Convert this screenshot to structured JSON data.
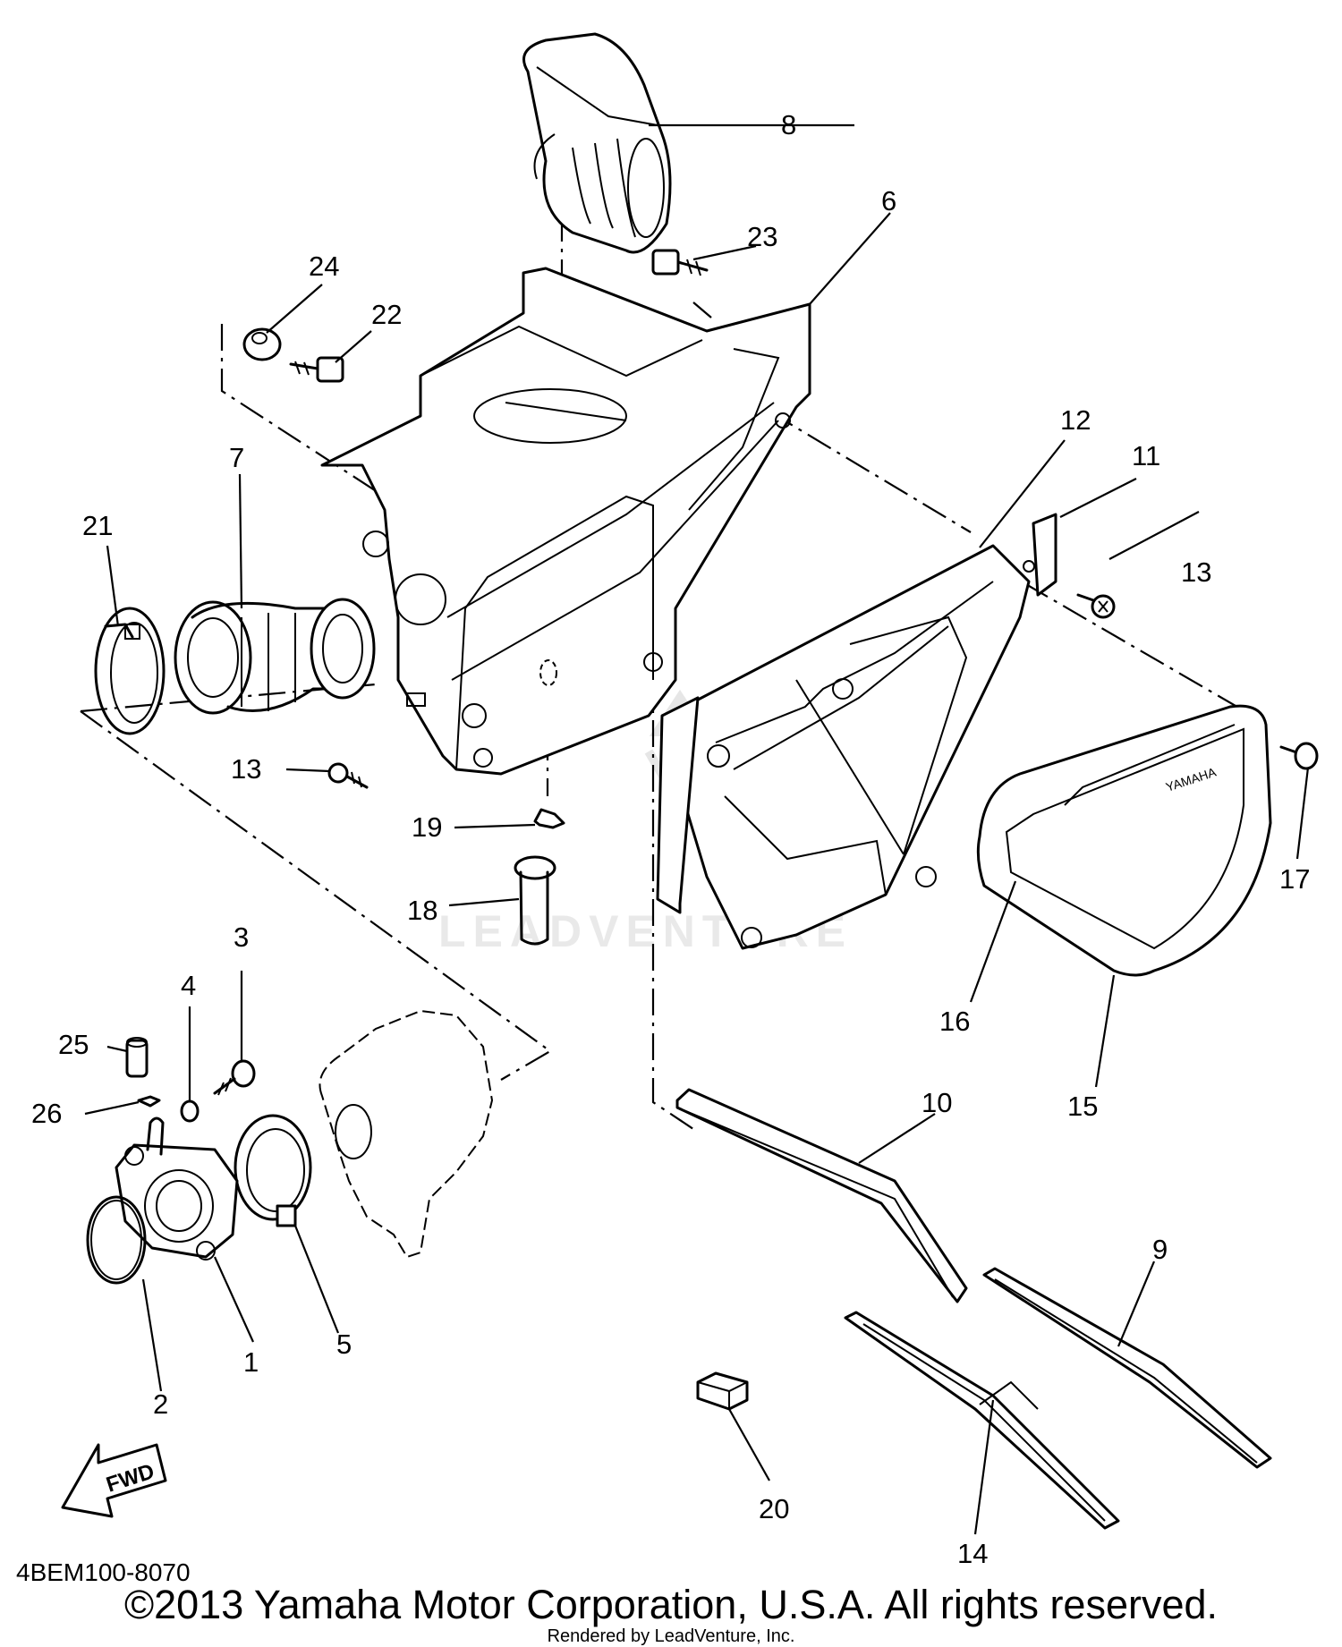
{
  "callouts": [
    {
      "id": "1",
      "label": "1"
    },
    {
      "id": "2",
      "label": "2"
    },
    {
      "id": "3",
      "label": "3"
    },
    {
      "id": "4",
      "label": "4"
    },
    {
      "id": "5",
      "label": "5"
    },
    {
      "id": "6",
      "label": "6"
    },
    {
      "id": "7",
      "label": "7"
    },
    {
      "id": "8",
      "label": "8"
    },
    {
      "id": "9",
      "label": "9"
    },
    {
      "id": "10",
      "label": "10"
    },
    {
      "id": "11",
      "label": "11"
    },
    {
      "id": "12",
      "label": "12"
    },
    {
      "id": "13a",
      "label": "13"
    },
    {
      "id": "13b",
      "label": "13"
    },
    {
      "id": "14",
      "label": "14"
    },
    {
      "id": "15",
      "label": "15"
    },
    {
      "id": "16",
      "label": "16"
    },
    {
      "id": "17",
      "label": "17"
    },
    {
      "id": "18",
      "label": "18"
    },
    {
      "id": "19",
      "label": "19"
    },
    {
      "id": "20",
      "label": "20"
    },
    {
      "id": "21",
      "label": "21"
    },
    {
      "id": "22",
      "label": "22"
    },
    {
      "id": "23",
      "label": "23"
    },
    {
      "id": "24",
      "label": "24"
    },
    {
      "id": "25",
      "label": "25"
    },
    {
      "id": "26",
      "label": "26"
    }
  ],
  "fwd_label": "FWD",
  "cover_brand": "YAMAHA",
  "watermark": "LEADVENTURE",
  "diagram_code": "4BEM100-8070",
  "copyright": "©2013 Yamaha Motor Corporation, U.S.A. All rights reserved.",
  "rendered_by": "Rendered by LeadVenture, Inc."
}
